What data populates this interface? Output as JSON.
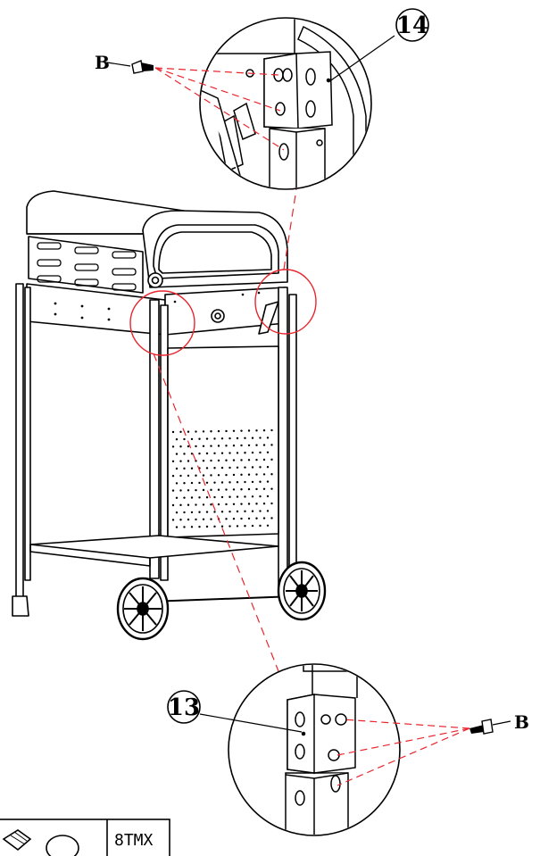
{
  "callouts": {
    "top_part_number": "14",
    "bottom_part_number": "13",
    "top_screw_label": "B",
    "bottom_screw_label": "B"
  },
  "hardware_box": {
    "quantity_text": "8TMX"
  },
  "colors": {
    "line": "#000000",
    "leader_dash": "#e8262e",
    "detail_circle": "#e8262e"
  }
}
